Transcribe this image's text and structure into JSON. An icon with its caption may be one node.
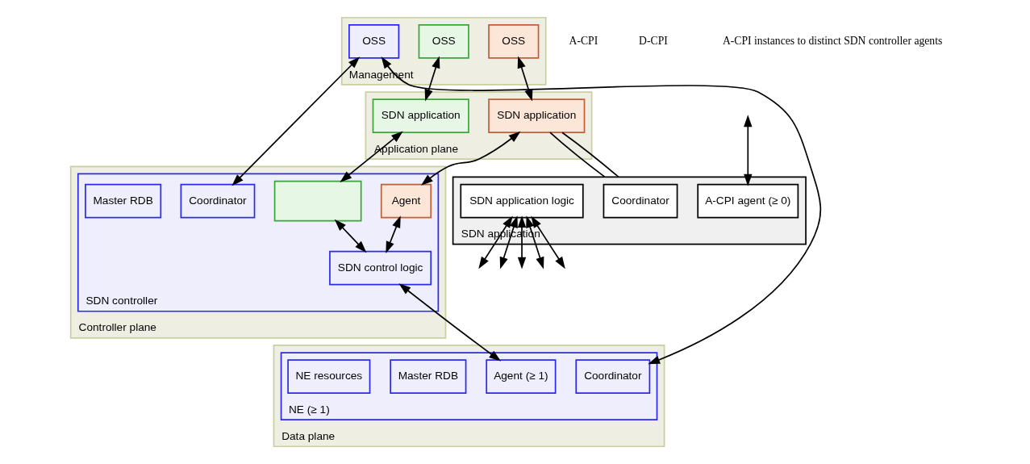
{
  "diagram": {
    "nodes": [
      {
        "text": [
          "Management"
        ]
      },
      {
        "text": [
          "OSS"
        ],
        "in": 0
      },
      {
        "text": [
          "OSS"
        ],
        "in": 0
      },
      {
        "text": [
          "OSS"
        ],
        "in": 0
      },
      {
        "text": [
          "Application plane"
        ]
      },
      {
        "text": [
          "SDN application"
        ],
        "in": 4
      },
      {
        "text": [
          "SDN application"
        ],
        "in": 4
      },
      {
        "text": [
          "Controller plane"
        ]
      },
      {
        "text": [
          "SDN controller"
        ],
        "in": 7
      },
      {
        "text": [
          "Coordinator"
        ],
        "in": 8
      },
      {
        "text": [],
        "shape": "box",
        "in": 8
      },
      {
        "text": [
          "Agent"
        ],
        "in": 8
      },
      {
        "text": [
          "Master RDB"
        ],
        "in": 8
      },
      {
        "text": [
          "SDN control logic"
        ],
        "in": 8
      },
      {
        "text": [
          "Data plane"
        ]
      },
      {
        "text": [
          "NE (≥ 1)"
        ],
        "in": 14
      },
      {
        "text": [
          "Coordinator"
        ],
        "in": 15
      },
      {
        "text": [
          "Agent (≥ 1)"
        ],
        "in": 15
      },
      {
        "text": [
          "Master RDB"
        ],
        "in": 15
      },
      {
        "text": [
          "NE resources"
        ],
        "in": 15
      },
      {
        "text": [
          "SDN application"
        ]
      },
      {
        "text": [
          "Coordinator"
        ],
        "in": 20
      },
      {
        "text": [
          "A-CPI agent (≥ 0)"
        ],
        "in": 20
      },
      {
        "text": [
          "SDN application logic"
        ],
        "in": 20
      }
    ],
    "edges": [
      {
        "from": 1,
        "to": 5,
        "arrow": "both"
      },
      {
        "from": 2,
        "to": 6,
        "arrow": "both"
      },
      {
        "from": 5,
        "to": 10,
        "arrow": "both"
      },
      {
        "from": 6,
        "to": 11,
        "arrow": "both"
      },
      {
        "from": 3,
        "to": 9,
        "arrow": "both"
      },
      {
        "from": 10,
        "to": 13,
        "arrow": "both"
      },
      {
        "from": 11,
        "to": 13,
        "arrow": "both"
      },
      {
        "from": 13,
        "to": 17,
        "arrow": "both"
      },
      {
        "from": 3,
        "to": 16,
        "arrow": "both"
      },
      {
        "from": 6,
        "to": 20,
        "arrow": "none"
      },
      {
        "from": 6,
        "to": 20,
        "arrow": "none"
      },
      {
        "from": null,
        "to": 22,
        "arrow": "both"
      },
      {
        "from": 23,
        "to": null,
        "arrow": "both"
      },
      {
        "from": 23,
        "to": null,
        "arrow": "both"
      },
      {
        "from": 23,
        "to": null,
        "arrow": "both"
      },
      {
        "from": 23,
        "to": null,
        "arrow": "both"
      },
      {
        "from": 23,
        "to": null,
        "arrow": "both"
      }
    ],
    "labels": [
      "A-CPI",
      "D-CPI",
      "A-CPI instances to distinct SDN controller agents"
    ]
  }
}
